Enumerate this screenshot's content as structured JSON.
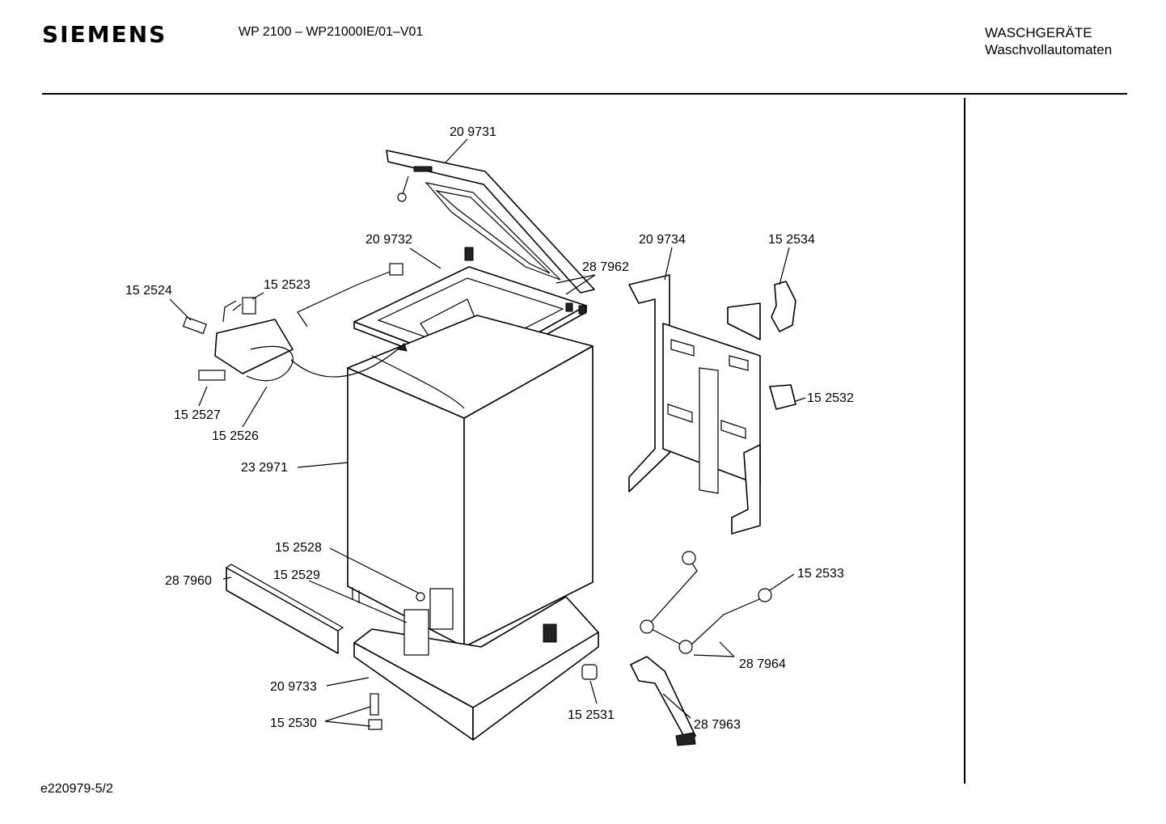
{
  "header": {
    "brand": "SIEMENS",
    "model": "WP 2100 – WP21000IE/01–V01",
    "category": "WASCHGERÄTE",
    "subcategory": "Waschvollautomaten"
  },
  "footer": {
    "drawing_id": "e220979-5/2"
  },
  "parts": {
    "lid": "20 9731",
    "top_frame": "20 9732",
    "rear_bracket_frame": "20 9734",
    "bracket_clip": "15 2534",
    "hinge_pins": "28 7962",
    "lock_assembly": "15 2524",
    "lock_switch": "15 2523",
    "lock_actuator": "15 2527",
    "lock_housing": "15 2526",
    "small_clip": "15 2532",
    "cabinet": "23 2971",
    "screw_plate": "15 2528",
    "bracket_plate": "15 2529",
    "kick_panel": "28 7960",
    "roller_axle": "15 2533",
    "axle_set": "28 7964",
    "base": "20 9733",
    "foot_screw": "15 2530",
    "foot_pad": "15 2531",
    "lever": "28 7963"
  }
}
